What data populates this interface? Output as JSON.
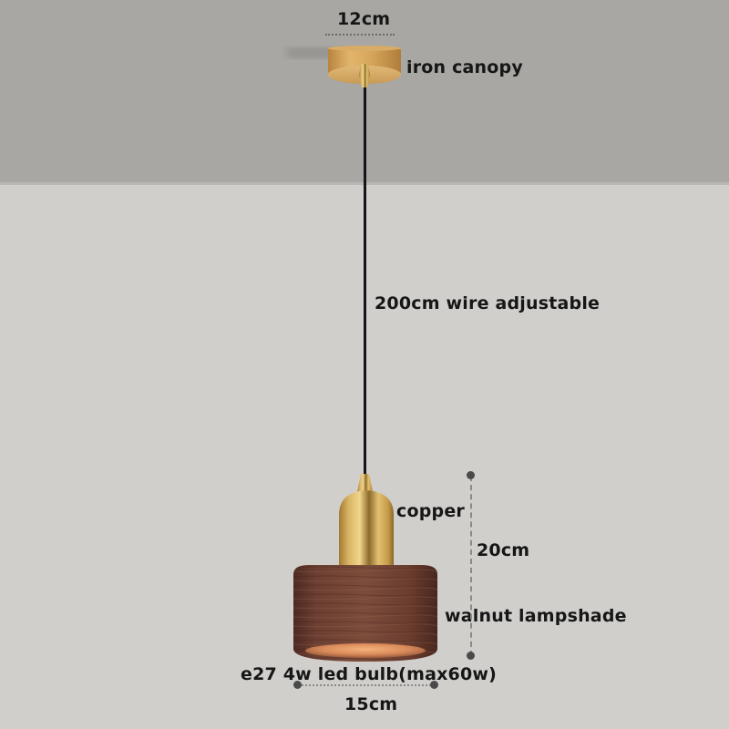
{
  "scene": {
    "ceiling_color": "#a8a7a3",
    "wall_color": "#d0cfcc"
  },
  "lamp": {
    "canopy": {
      "label": "iron canopy",
      "width_label": "12cm",
      "color": "#c9974f"
    },
    "wire": {
      "label": "200cm wire adjustable",
      "color": "#151515"
    },
    "holder": {
      "label": "copper",
      "color": "#c8a24e"
    },
    "shade": {
      "label": "walnut lampshade",
      "color": "#6a3e30",
      "height_label": "20cm",
      "width_label": "15cm"
    },
    "bulb": {
      "label": "e27 4w led bulb(max60w)"
    }
  }
}
